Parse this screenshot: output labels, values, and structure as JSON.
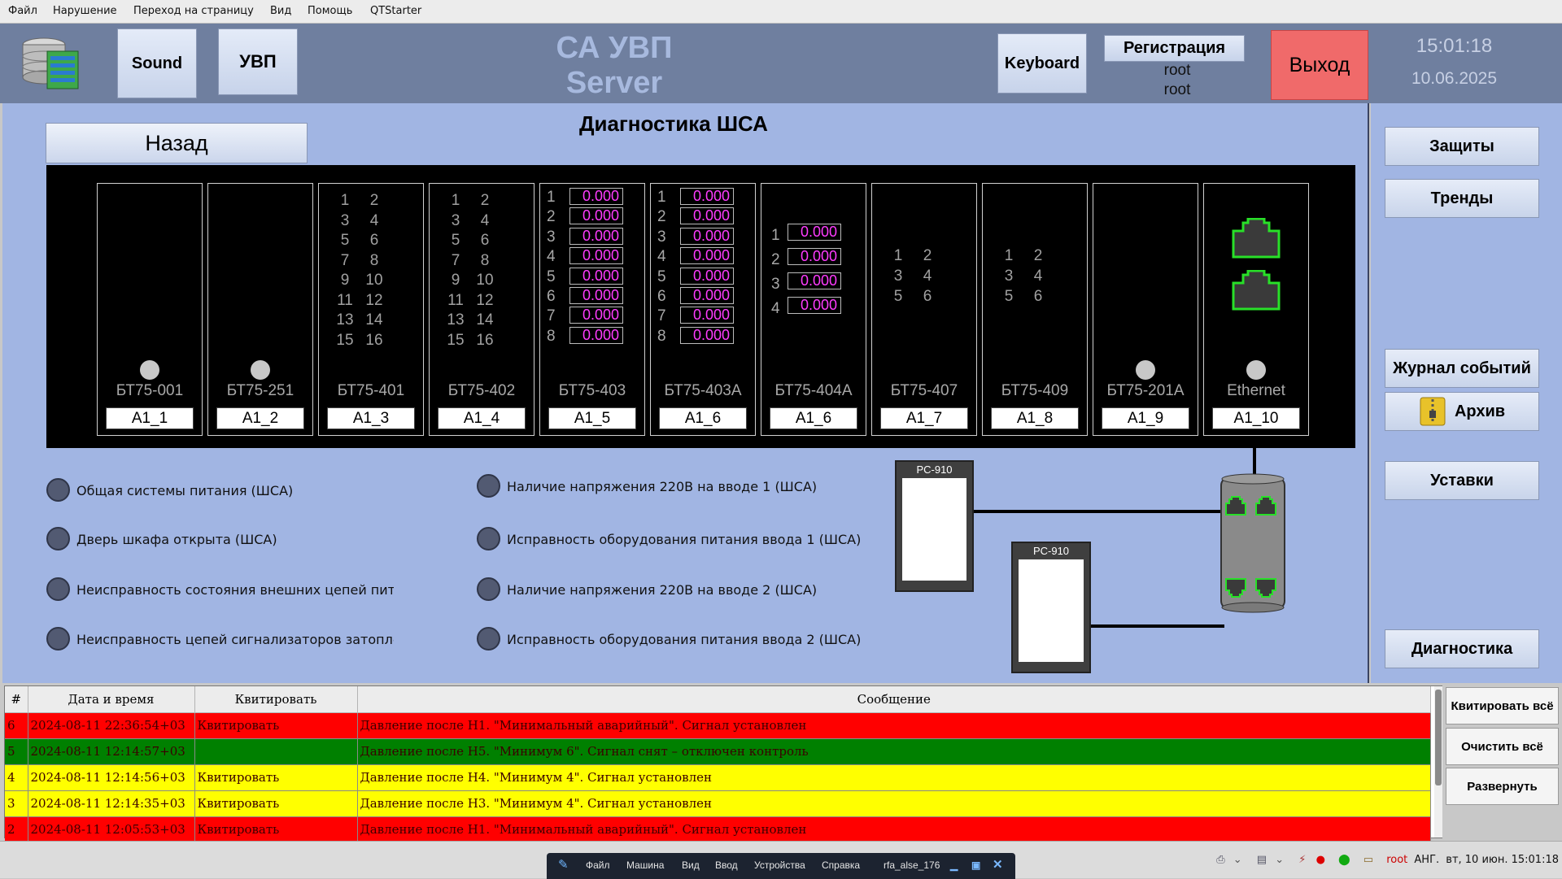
{
  "menubar": {
    "items": [
      "Файл",
      "Нарушение",
      "Переход на страницу",
      "Вид",
      "Помощь",
      "QTStarter"
    ]
  },
  "header": {
    "sound_label": "Sound",
    "uvp_label": "УВП",
    "title_line1": "СА УВП",
    "title_line2": "Server",
    "keyboard_label": "Keyboard",
    "register_label": "Регистрация",
    "user1": "root",
    "user2": "root",
    "exit_label": "Выход",
    "time": "15:01:18",
    "date": "10.06.2025"
  },
  "main": {
    "back_label": "Назад",
    "title": "Диагностика ШСА"
  },
  "rack": {
    "modules": [
      {
        "name": "БТ75-001",
        "slot": "A1_1"
      },
      {
        "name": "БТ75-251",
        "slot": "A1_2"
      },
      {
        "name": "БТ75-401",
        "slot": "A1_3"
      },
      {
        "name": "БТ75-402",
        "slot": "A1_4"
      },
      {
        "name": "БТ75-403",
        "slot": "A1_5"
      },
      {
        "name": "БТ75-403A",
        "slot": "A1_6"
      },
      {
        "name": "БТ75-404A",
        "slot": "A1_6"
      },
      {
        "name": "БТ75-407",
        "slot": "A1_7"
      },
      {
        "name": "БТ75-409",
        "slot": "A1_8"
      },
      {
        "name": "БТ75-201A",
        "slot": "A1_9"
      },
      {
        "name": "Ethernet",
        "slot": "A1_10"
      }
    ],
    "di16": [
      "1",
      "2",
      "3",
      "4",
      "5",
      "6",
      "7",
      "8",
      "9",
      "10",
      "11",
      "12",
      "13",
      "14",
      "15",
      "16"
    ],
    "di6": [
      "1",
      "2",
      "3",
      "4",
      "5",
      "6"
    ],
    "ch8": [
      "1",
      "2",
      "3",
      "4",
      "5",
      "6",
      "7",
      "8"
    ],
    "ch4": [
      "1",
      "2",
      "3",
      "4"
    ],
    "ai_value": "0.000"
  },
  "indicators": [
    "Общая системы питания (ШСА)",
    "Дверь шкафа открыта (ШСА)",
    "Неисправность состояния внешних цепей питания (",
    "Неисправность цепей сигнализаторов затопления (I",
    "Наличие напряжения 220В на вводе 1 (ШСА)",
    "Исправность оборудования питания ввода 1 (ШСА)",
    "Наличие напряжения 220В на вводе 2 (ШСА)",
    "Исправность оборудования питания ввода 2 (ШСА)"
  ],
  "network": {
    "pc1": "PC-910",
    "pc2": "PC-910"
  },
  "right_panel": {
    "protections": "Защиты",
    "trends": "Тренды",
    "event_log": "Журнал событий",
    "archive": "Архив",
    "setpoints": "Уставки",
    "diagnostics": "Диагностика"
  },
  "events": {
    "headers": [
      "#",
      "Дата и время",
      "Квитировать",
      "Сообщение"
    ],
    "rows": [
      {
        "n": "6",
        "time": "2024-08-11 22:36:54+03",
        "ack": "Квитировать",
        "msg": "Давление после Н1. \"Минимальный аварийный\". Сигнал установлен",
        "color": "#ff0000"
      },
      {
        "n": "5",
        "time": "2024-08-11 12:14:57+03",
        "ack": "",
        "msg": "Давление после Н5. \"Минимум 6\". Сигнал снят – отключен контроль",
        "color": "#008000"
      },
      {
        "n": "4",
        "time": "2024-08-11 12:14:56+03",
        "ack": "Квитировать",
        "msg": "Давление после Н4. \"Минимум 4\". Сигнал установлен",
        "color": "#ffff00"
      },
      {
        "n": "3",
        "time": "2024-08-11 12:14:35+03",
        "ack": "Квитировать",
        "msg": "Давление после Н3. \"Минимум 4\". Сигнал установлен",
        "color": "#ffff00"
      },
      {
        "n": "2",
        "time": "2024-08-11 12:05:53+03",
        "ack": "Квитировать",
        "msg": "Давление после Н1. \"Минимальный аварийный\". Сигнал установлен",
        "color": "#ff0000"
      }
    ],
    "ack_all": "Квитировать всё",
    "clear_all": "Очистить всё",
    "expand": "Развернуть"
  },
  "taskbar": {
    "vm_menu": [
      "Файл",
      "Машина",
      "Вид",
      "Ввод",
      "Устройства",
      "Справка"
    ],
    "vm_name": "rfa_alse_176",
    "user": "root",
    "lang": "АНГ.",
    "datetime": "вт, 10 июн. 15:01:18"
  },
  "colors": {
    "header_bg": "#6f7f9f",
    "panel_bg": "#a1b5e3",
    "exit_bg": "#f06a6a",
    "ai_value": "#ff3cff",
    "port_green": "#30d030"
  }
}
